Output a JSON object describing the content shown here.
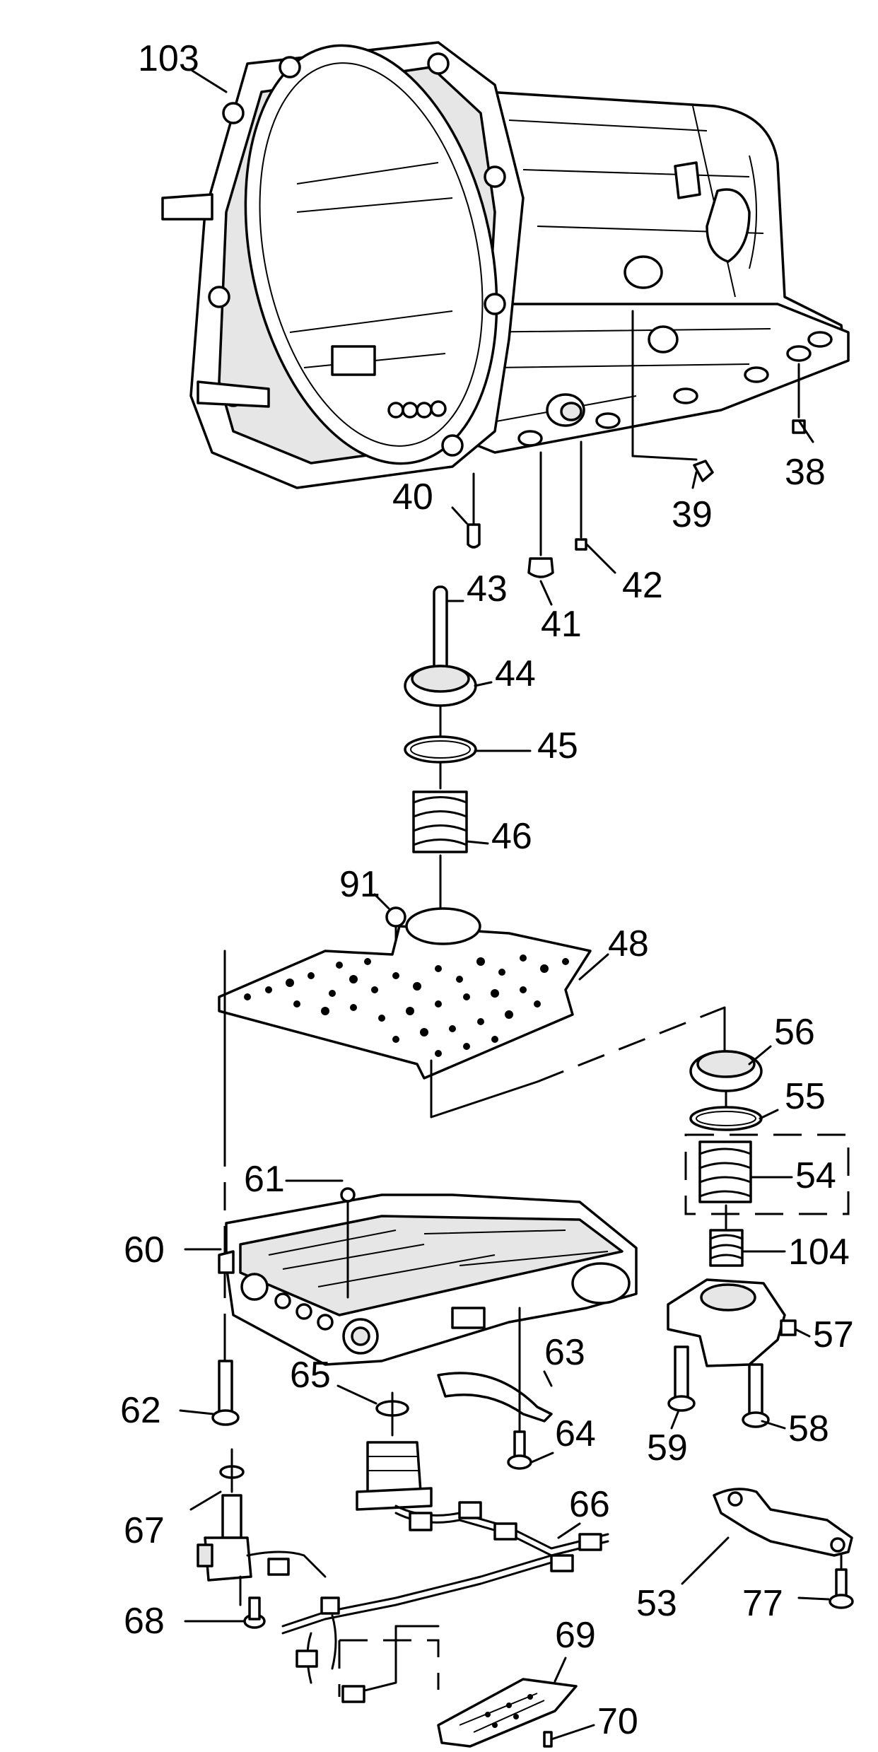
{
  "callouts": [
    {
      "id": "c103",
      "text": "103"
    },
    {
      "id": "c38",
      "text": "38"
    },
    {
      "id": "c39",
      "text": "39"
    },
    {
      "id": "c40",
      "text": "40"
    },
    {
      "id": "c41",
      "text": "41"
    },
    {
      "id": "c42",
      "text": "42"
    },
    {
      "id": "c43",
      "text": "43"
    },
    {
      "id": "c44",
      "text": "44"
    },
    {
      "id": "c45",
      "text": "45"
    },
    {
      "id": "c46",
      "text": "46"
    },
    {
      "id": "c91",
      "text": "91"
    },
    {
      "id": "c48",
      "text": "48"
    },
    {
      "id": "c56",
      "text": "56"
    },
    {
      "id": "c55",
      "text": "55"
    },
    {
      "id": "c54",
      "text": "54"
    },
    {
      "id": "c104",
      "text": "104"
    },
    {
      "id": "c57",
      "text": "57"
    },
    {
      "id": "c58",
      "text": "58"
    },
    {
      "id": "c59",
      "text": "59"
    },
    {
      "id": "c61",
      "text": "61"
    },
    {
      "id": "c60",
      "text": "60"
    },
    {
      "id": "c62",
      "text": "62"
    },
    {
      "id": "c65",
      "text": "65"
    },
    {
      "id": "c63",
      "text": "63"
    },
    {
      "id": "c64",
      "text": "64"
    },
    {
      "id": "c66",
      "text": "66"
    },
    {
      "id": "c67",
      "text": "67"
    },
    {
      "id": "c68",
      "text": "68"
    },
    {
      "id": "c53",
      "text": "53"
    },
    {
      "id": "c77",
      "text": "77"
    },
    {
      "id": "c69",
      "text": "69"
    },
    {
      "id": "c70",
      "text": "70"
    }
  ]
}
